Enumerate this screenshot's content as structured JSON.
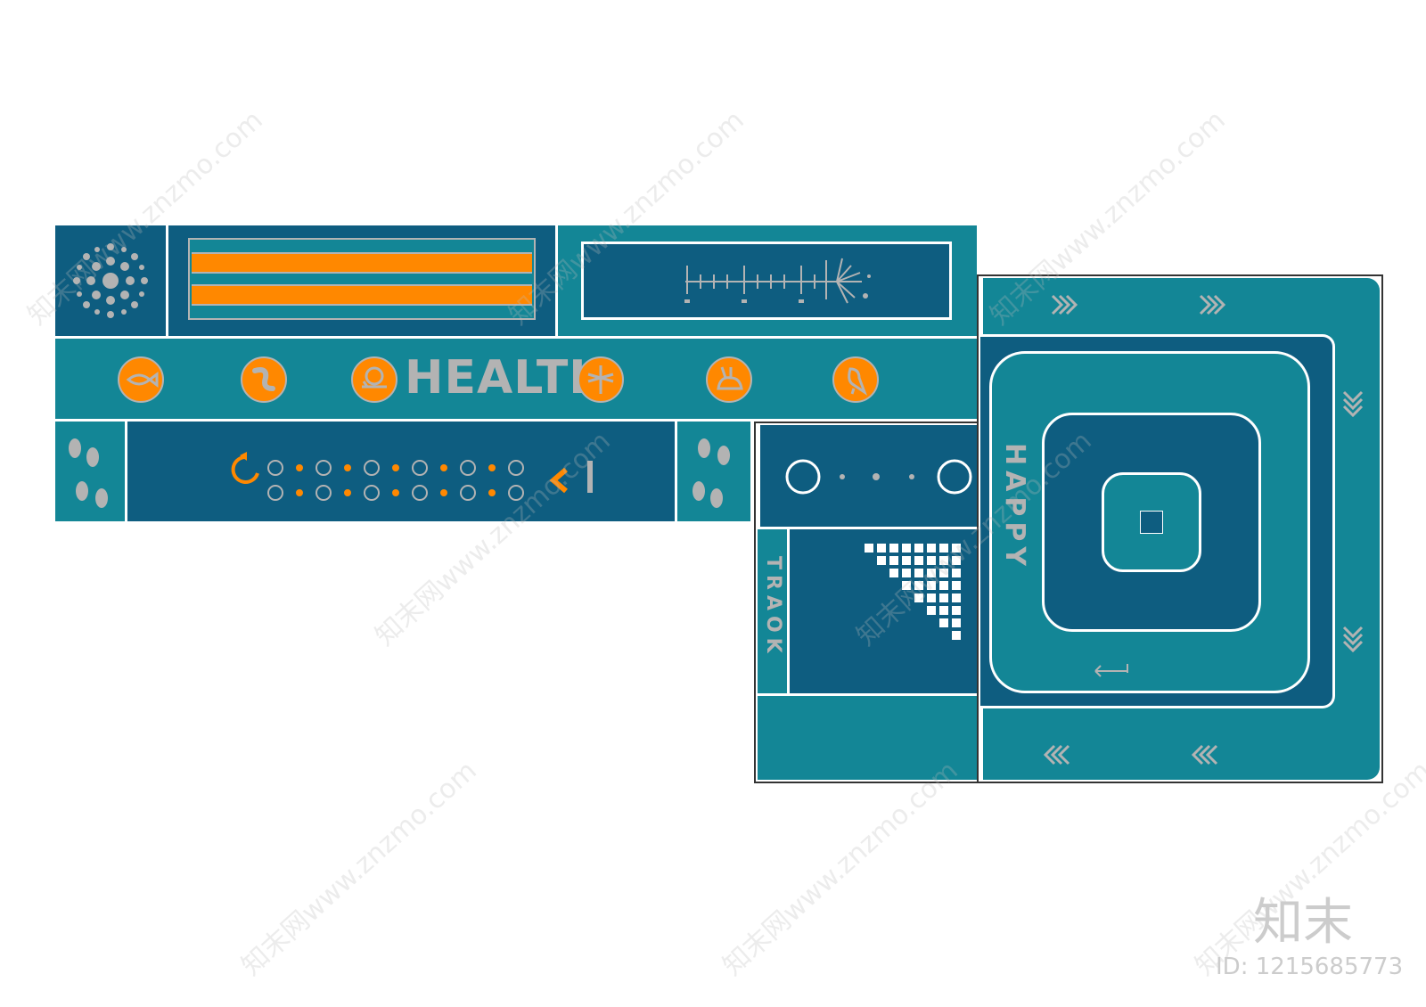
{
  "panels": {
    "health_label": "HEALTH",
    "happy_label": "HAPPY",
    "track_label": "TRAOK"
  },
  "watermark": {
    "text": "知末网www.znzmo.com",
    "logo": "知末",
    "id_text": "ID: 1215685773"
  },
  "icons": {
    "health_row": [
      "fish-icon",
      "worm-icon",
      "snail-icon",
      "dragonfly-icon",
      "rabbit-icon",
      "bird-icon"
    ]
  },
  "colors": {
    "dark_blue": "#0e5d80",
    "teal": "#138696",
    "orange": "#ff8800",
    "gray": "#b3b3b3",
    "white": "#ffffff"
  }
}
